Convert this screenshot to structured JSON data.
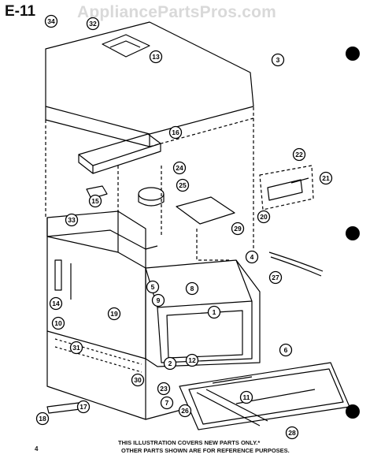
{
  "page": {
    "title": "E-11",
    "watermark": "AppliancePartsPros.com",
    "page_number": "4",
    "footer_line1": "THIS ILLUSTRATION COVERS NEW PARTS ONLY.*",
    "footer_line2": "OTHER PARTS SHOWN ARE FOR REFERENCE PURPOSES."
  },
  "callouts": [
    "1",
    "2",
    "3",
    "4",
    "5",
    "6",
    "7",
    "8",
    "9",
    "10",
    "11",
    "12",
    "13",
    "14",
    "15",
    "16",
    "17",
    "18",
    "19",
    "20",
    "21",
    "22",
    "23",
    "24",
    "25",
    "26",
    "27",
    "28",
    "29",
    "30",
    "31",
    "32",
    "33",
    "34"
  ]
}
